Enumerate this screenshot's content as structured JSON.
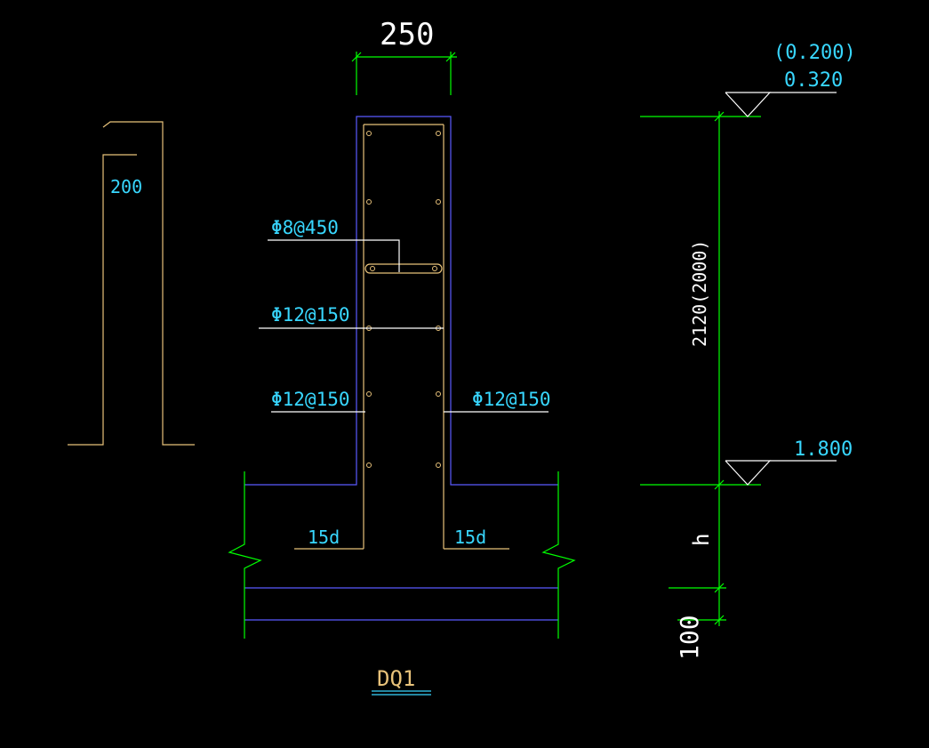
{
  "colors": {
    "background": "#000000",
    "dimension": "#00ff00",
    "concrete": "#5a5aff",
    "rebar": "#e8c27a",
    "text": "#38d7ff",
    "white": "#ffffff"
  },
  "drawing": {
    "width_dim": "250",
    "elev_top_paren": "(0.200)",
    "elev_top": "0.320",
    "elev_bottom": "1.800",
    "height_dim": "2120(2000)",
    "depth_h": "h",
    "bed_dim": "100",
    "hook_len": "200",
    "tie_label": "Φ8@450",
    "horiz_bar_label": "Φ12@150",
    "vert_bar_left_label": "Φ12@150",
    "vert_bar_right_label": "Φ12@150",
    "anchor_left": "15d",
    "anchor_right": "15d",
    "title": "DQ1"
  }
}
